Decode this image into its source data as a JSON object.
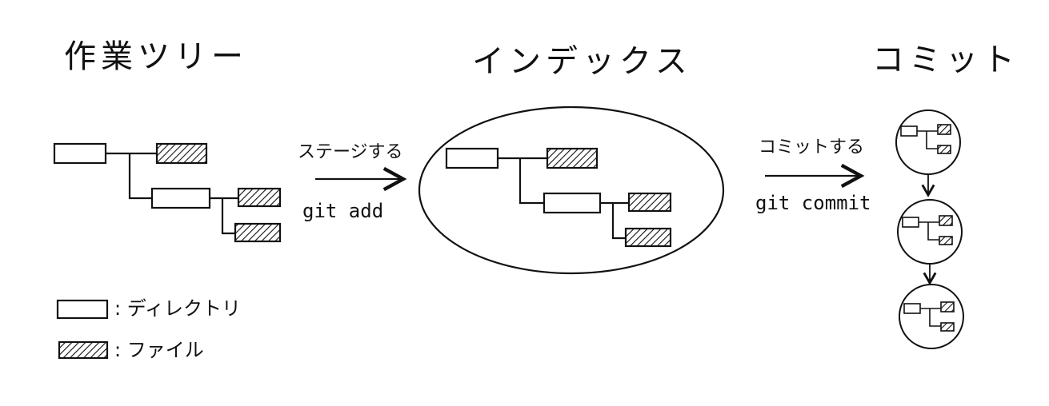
{
  "titles": {
    "working_tree": "作業ツリー",
    "index": "インデックス",
    "commit": "コミット"
  },
  "actions": {
    "stage": {
      "label": "ステージする",
      "command": "git add"
    },
    "commit": {
      "label": "コミットする",
      "command": "git commit"
    }
  },
  "legend": {
    "directory": ": ディレクトリ",
    "file": ": ファイル"
  }
}
